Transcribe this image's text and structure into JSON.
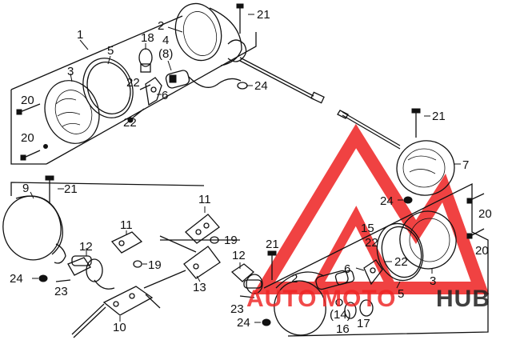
{
  "labels": {
    "a1": "1",
    "a2": "2",
    "a3": "3",
    "a4": "4",
    "a4b": "(8)",
    "a5": "5",
    "a6": "6",
    "a18": "18",
    "a21": "21",
    "a22a": "22",
    "a22b": "22",
    "a24": "24",
    "a20a": "20",
    "a20b": "20",
    "b21": "21",
    "b7": "7",
    "b24": "24",
    "b20a": "20",
    "b20b": "20",
    "b15": "15",
    "b22a": "22",
    "b22b": "22",
    "b6": "6",
    "b3": "3",
    "b5": "5",
    "c9": "9",
    "c21": "21",
    "c12": "12",
    "c24": "24",
    "c23": "23",
    "c10": "10",
    "c11": "11",
    "c19": "19",
    "d11": "11",
    "d19": "19",
    "d12": "12",
    "d13": "13",
    "d21": "21",
    "d2": "2",
    "d23": "23",
    "d24": "24",
    "d14": "(14)",
    "d16": "16",
    "d17": "17"
  },
  "watermark": {
    "part1": "AUTO",
    "part2": "MOTO",
    "part3": "HUB",
    "color": "#ee2222"
  },
  "colors": {
    "line": "#111111",
    "background": "#ffffff"
  }
}
